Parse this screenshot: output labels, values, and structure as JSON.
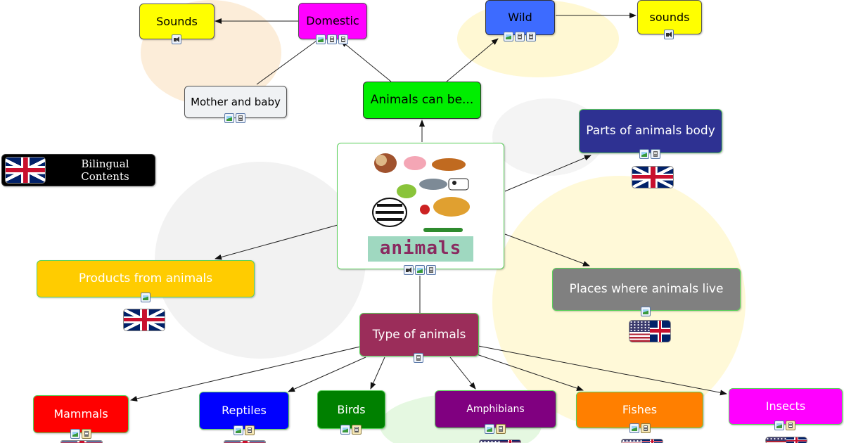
{
  "bilingual_label": "Bilingual Contents",
  "central_image_text": "animals",
  "nodes": {
    "sounds_left": "Sounds",
    "domestic": "Domestic",
    "wild": "Wild",
    "sounds_right": "sounds",
    "mother_baby": "Mother and baby",
    "animals_can_be": "Animals can be...",
    "parts_body": "Parts of animals body",
    "products": "Products from animals",
    "places": "Places where animals live",
    "type": "Type of animals",
    "mammals": "Mammals",
    "reptiles": "Reptiles",
    "birds": "Birds",
    "amphibians": "Amphibians",
    "fishes": "Fishes",
    "insects": "Insects"
  },
  "colors": {
    "sounds": "#ffff00",
    "domestic": "#ff00ff",
    "wild": "#3d6bff",
    "mother_baby": "#f0f2f4",
    "animals_can_be": "#00ee00",
    "parts_body": "#2e3192",
    "products": "#ffcc00",
    "places": "#808080",
    "type": "#9b2d5a",
    "mammals": "#ff0000",
    "reptiles": "#0000ff",
    "birds": "#008000",
    "amphibians": "#800080",
    "fishes": "#ff7f00",
    "insects": "#ff00ff",
    "bilingual_badge": "#000000"
  },
  "icons": {
    "sound": "speaker-icon",
    "image": "image-icon",
    "document": "document-icon",
    "flag_uk": "uk-flag-icon",
    "flag_us_uk": "us-uk-flag-icon"
  }
}
